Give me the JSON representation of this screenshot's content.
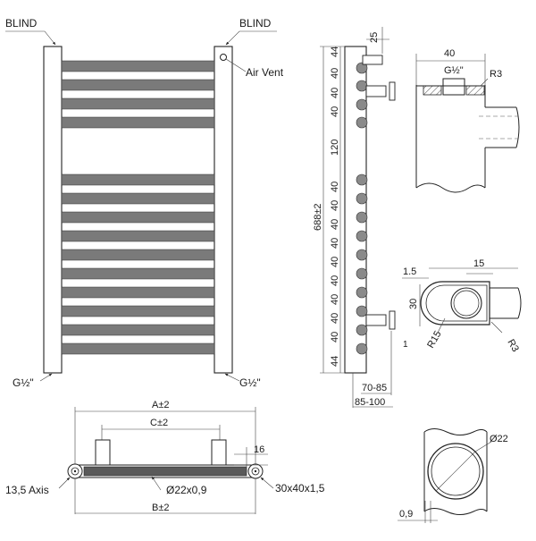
{
  "front_view": {
    "blind_left": "BLIND",
    "blind_right": "BLIND",
    "air_vent": "Air Vent",
    "thread_left": "G½\"",
    "thread_right": "G½\""
  },
  "side_view": {
    "top_offset": "25",
    "total_height": "688±2",
    "spacings": [
      "44",
      "40",
      "40",
      "40",
      "120",
      "40",
      "40",
      "40",
      "40",
      "40",
      "40",
      "40",
      "40",
      "40",
      "44"
    ],
    "depth_a": "70-85",
    "depth_b": "85-100"
  },
  "detail_top": {
    "width": "40",
    "thread": "G½\"",
    "radius": "R3"
  },
  "detail_mid": {
    "wall": "1.5",
    "width": "15",
    "height": "30",
    "radius_big": "R15",
    "radius_small": "R3",
    "marker": "1"
  },
  "detail_bottom": {
    "diameter": "Ø22",
    "wall": "0,9"
  },
  "plan_view": {
    "a": "A±2",
    "c": "C±2",
    "b": "B±2",
    "axis": "13,5 Axis",
    "tube": "Ø22x0,9",
    "profile": "30x40x1,5",
    "height": "16"
  }
}
